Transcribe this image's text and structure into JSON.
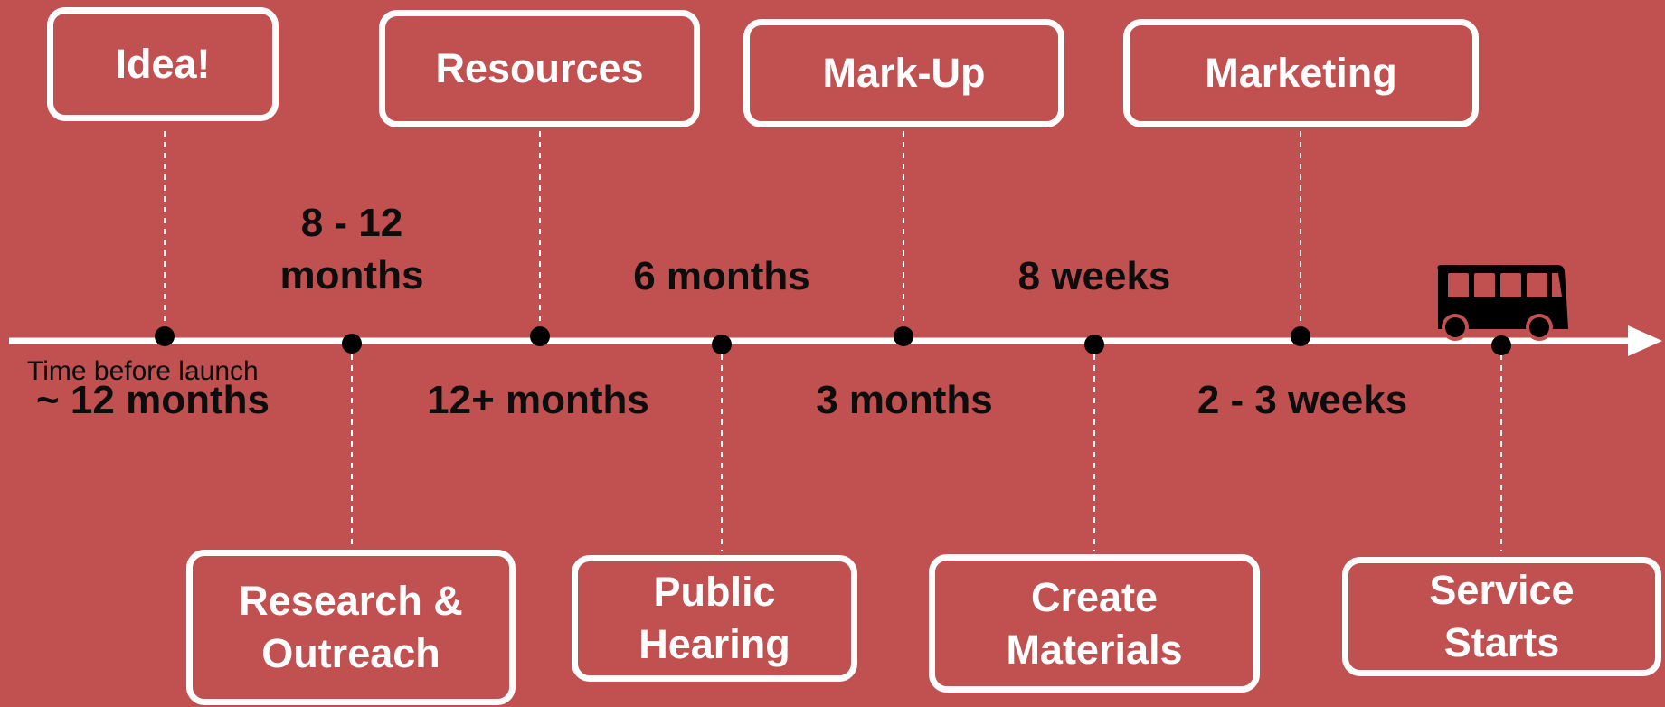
{
  "milestones_top": [
    {
      "id": "idea",
      "label": "Idea!"
    },
    {
      "id": "resources",
      "label": "Resources"
    },
    {
      "id": "markup",
      "label": "Mark-Up"
    },
    {
      "id": "marketing",
      "label": "Marketing"
    }
  ],
  "milestones_bottom": [
    {
      "id": "research",
      "label": "Research &\nOutreach"
    },
    {
      "id": "hearing",
      "label": "Public\nHearing"
    },
    {
      "id": "materials",
      "label": "Create\nMaterials"
    },
    {
      "id": "service",
      "label": "Service\nStarts"
    }
  ],
  "durations_above": [
    "8 - 12\nmonths",
    "6 months",
    "8 weeks"
  ],
  "durations_below": [
    "~ 12 months",
    "12+ months",
    "3 months",
    "2 - 3 weeks"
  ],
  "axis_caption": "Time before launch",
  "end_icon": "bus-icon",
  "colors": {
    "background": "#c15050",
    "box_border": "#ffffff",
    "line": "#ffffff",
    "dot": "#000000",
    "duration_text": "#0d0d0d"
  }
}
